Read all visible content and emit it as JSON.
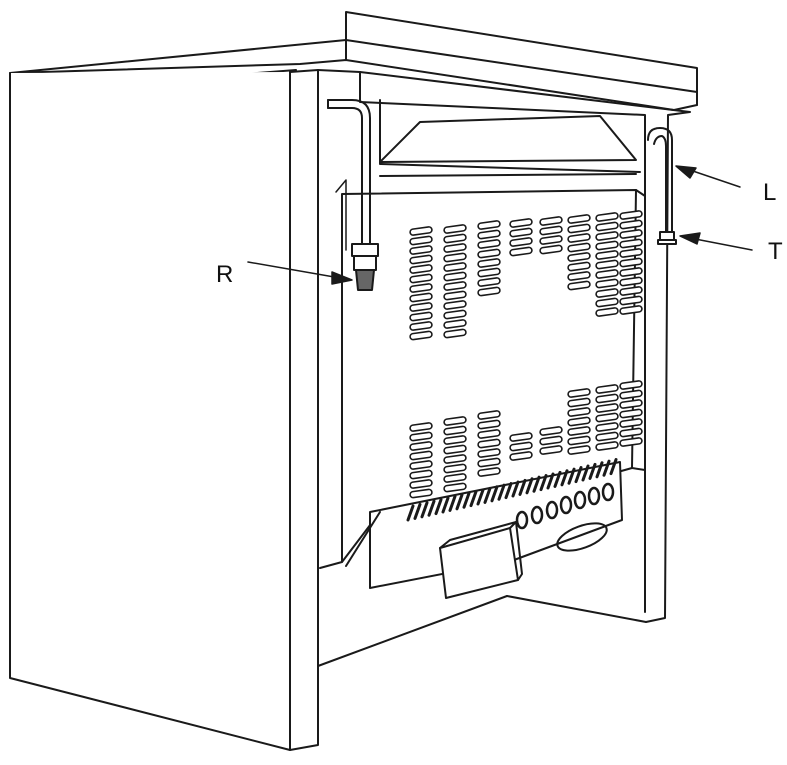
{
  "callouts": {
    "l": "L",
    "t": "T",
    "r": "R"
  },
  "colors": {
    "stroke": "#1a1a1a",
    "background": "#ffffff",
    "fitting": "#666666"
  }
}
